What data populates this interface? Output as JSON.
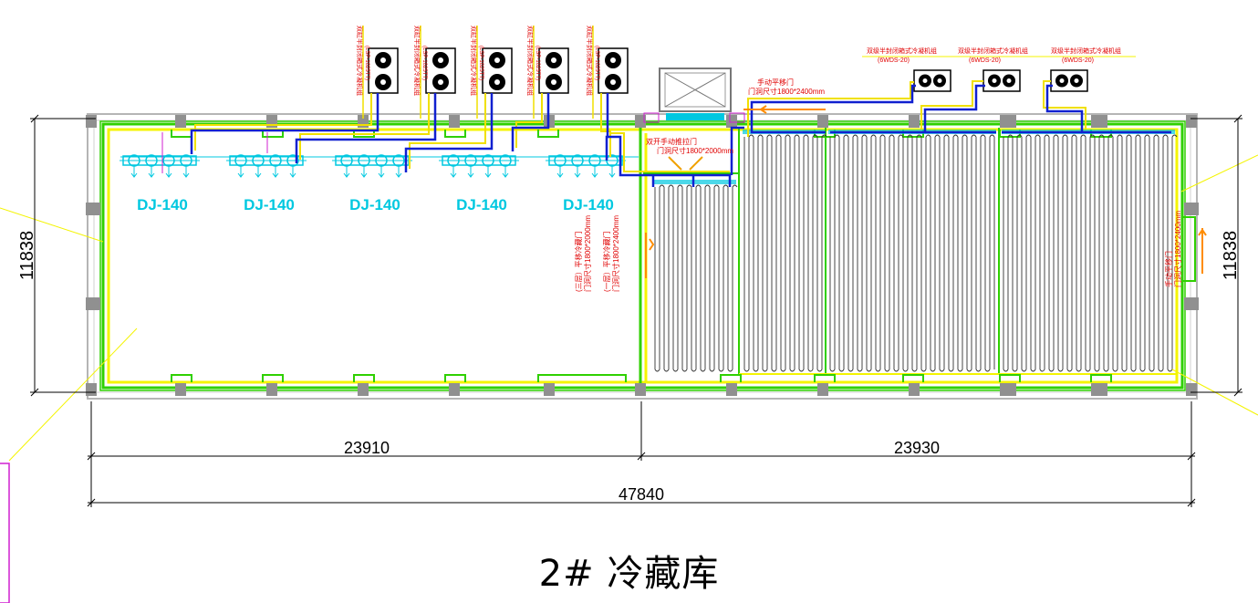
{
  "title": "2# 冷藏库",
  "dimensions": {
    "height_left": "11838",
    "height_right": "11838",
    "width_left": "23910",
    "width_right": "23930",
    "width_total": "47840"
  },
  "evaporators": [
    {
      "label": "DJ-140"
    },
    {
      "label": "DJ-140"
    },
    {
      "label": "DJ-140"
    },
    {
      "label": "DJ-140"
    },
    {
      "label": "DJ-140"
    }
  ],
  "condensing_units_top": [
    {
      "label": "双缸半封闭箱式冷凝机组",
      "model": "(LSP-1025TT)"
    },
    {
      "label": "双缸半封闭箱式冷凝机组",
      "model": "(LSP-1025TT)"
    },
    {
      "label": "双缸半封闭箱式冷凝机组",
      "model": "(LSP-1025TT)"
    },
    {
      "label": "双缸半封闭箱式冷凝机组",
      "model": "(LSP-1025TT)"
    },
    {
      "label": "双缸半封闭箱式冷凝机组",
      "model": "(LSP-1025TT)"
    }
  ],
  "condensing_units_right": [
    {
      "label": "双级半封闭箱式冷凝机组",
      "model": "(6WDS-20)"
    },
    {
      "label": "双级半封闭箱式冷凝机组",
      "model": "(6WDS-20)"
    },
    {
      "label": "双级半封闭箱式冷凝机组",
      "model": "(6WDS-20)"
    }
  ],
  "door_notes": {
    "top_door_1": "手动平移门",
    "top_door_2": "门洞尺寸1800*2400mm",
    "mid_door_1": "双开手动推拉门",
    "mid_door_2": "门洞尺寸1800*2000mm",
    "left_vertical_1": "(三层）平移冷藏门",
    "left_vertical_2": "门洞尺寸1800*2000mm",
    "left_vertical_3": "(一层）平移冷藏门",
    "left_vertical_4": "门洞尺寸1800*2400mm",
    "right_vertical_1": "手动平移门",
    "right_vertical_2": "门洞尺寸1800*2400mm"
  },
  "colors": {
    "wall_outline": "#b5b5b5",
    "insulation_green": "#2fd000",
    "insulation_yellow": "#f4f400",
    "pipe_blue": "#1020d0",
    "pipe_yellow": "#f0e000",
    "evaporator_cyan": "#00c8e0",
    "annotation_red": "#e00000",
    "column_gray": "#909090",
    "magenta": "#d020d0"
  }
}
